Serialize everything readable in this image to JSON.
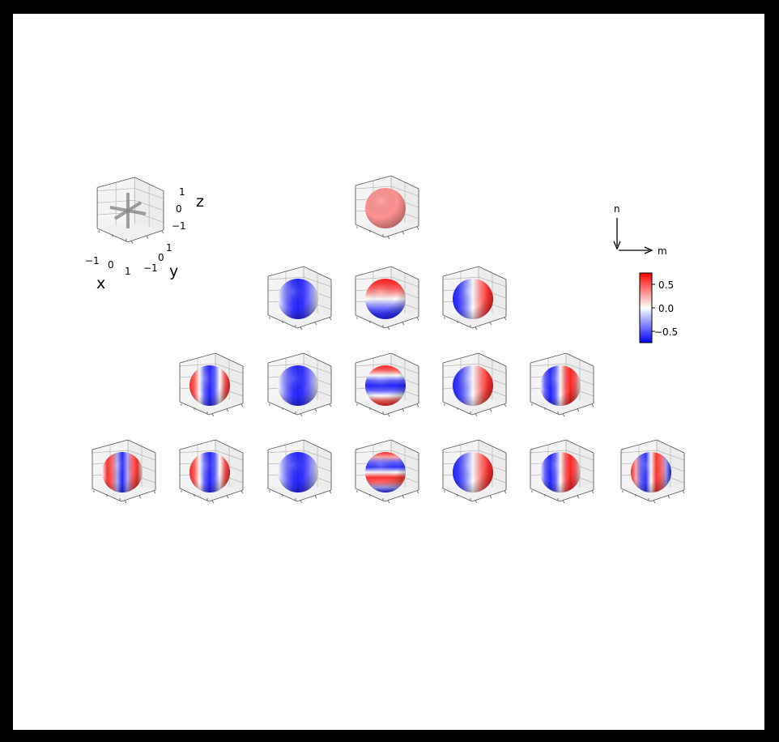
{
  "reference_axes": {
    "x_label": "x",
    "y_label": "y",
    "z_label": "z",
    "x_ticks": [
      "−1",
      "0",
      "1"
    ],
    "y_ticks": [
      "−1",
      "0",
      "1"
    ],
    "z_ticks": [
      "1",
      "0",
      "−1"
    ]
  },
  "direction_key": {
    "vertical_label": "n",
    "horizontal_label": "m"
  },
  "colorbar": {
    "ticks": [
      "0.5",
      "0.0",
      "−0.5"
    ],
    "vmin": -0.7,
    "vmax": 0.7,
    "colormap": "bwr",
    "color_high": "#ff0000",
    "color_mid": "#ffffff",
    "color_low": "#0000ff"
  },
  "pyramid": {
    "rows": [
      {
        "n": 0,
        "m": [
          0
        ]
      },
      {
        "n": 1,
        "m": [
          -1,
          0,
          1
        ]
      },
      {
        "n": 2,
        "m": [
          -2,
          -1,
          0,
          1,
          2
        ]
      },
      {
        "n": 3,
        "m": [
          -3,
          -2,
          -1,
          0,
          1,
          2,
          3
        ]
      }
    ]
  },
  "colors": {
    "frame": "#000000",
    "background": "#ffffff",
    "pane": "#f2f2f2",
    "grid": "#b0b0b0"
  }
}
